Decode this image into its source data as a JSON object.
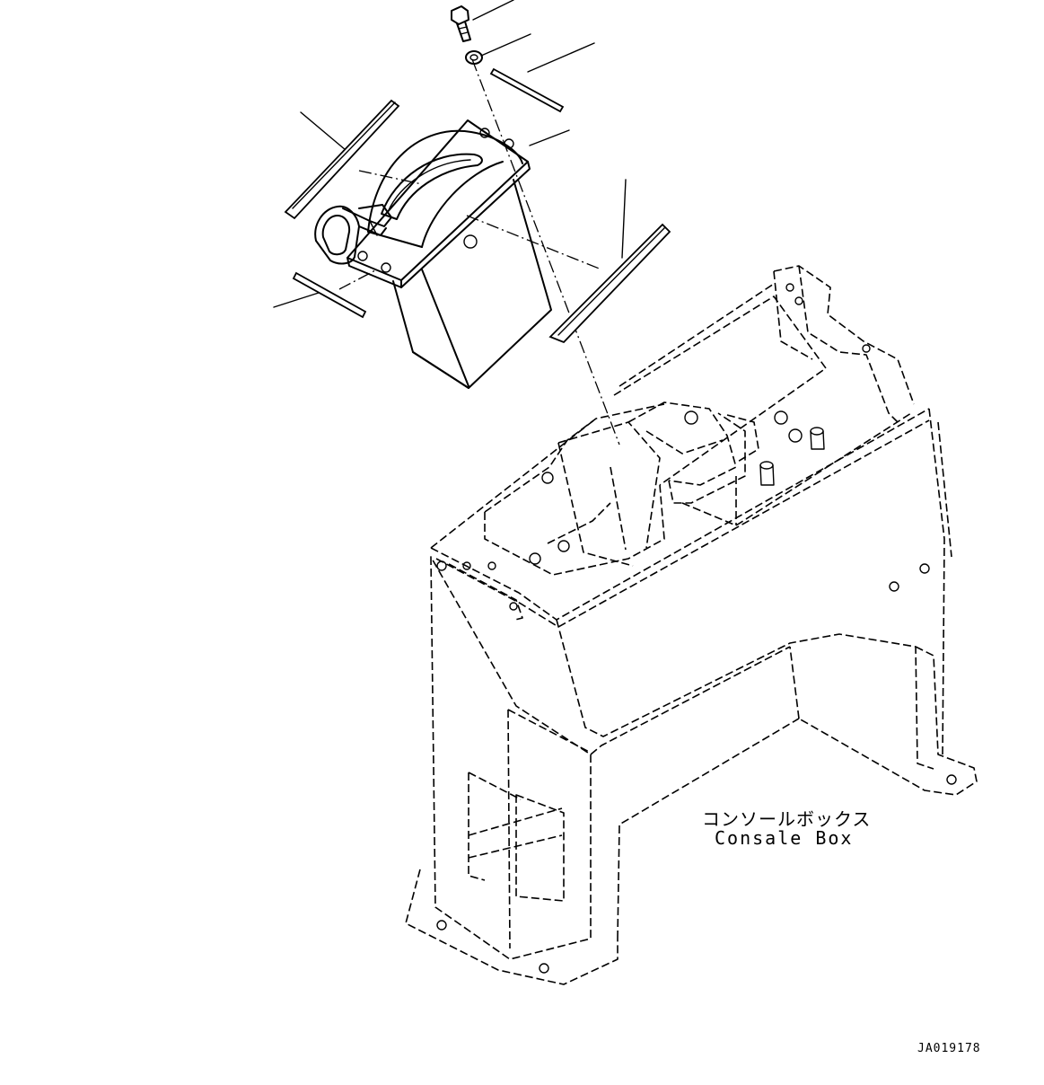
{
  "diagram": {
    "part_label_japanese": "コンソールボックス",
    "part_label_english": "Consale Box",
    "drawing_code": "JA019178"
  }
}
